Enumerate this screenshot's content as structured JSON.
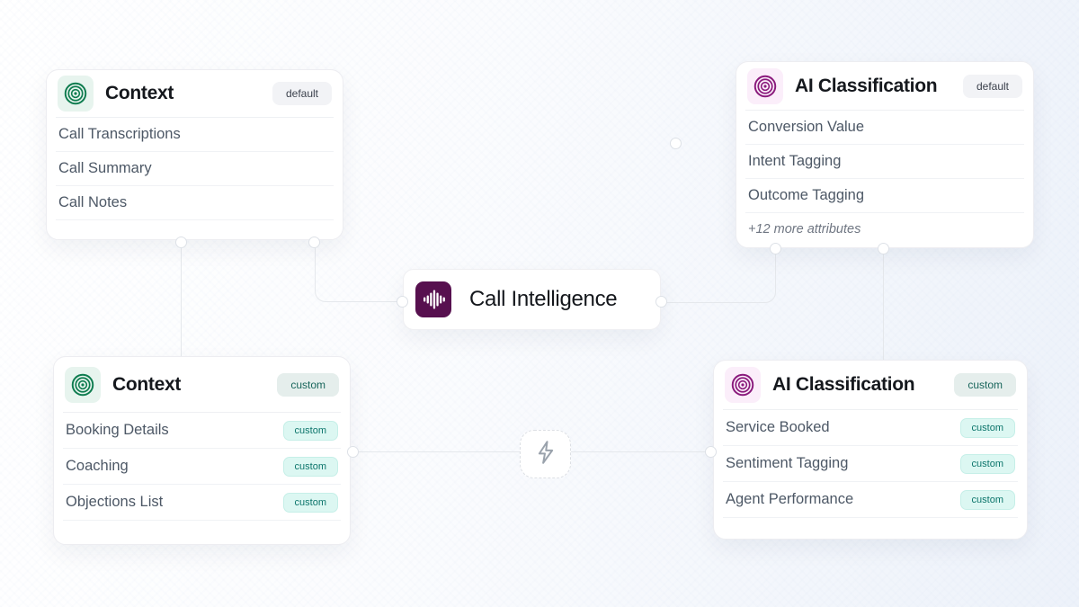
{
  "colors": {
    "context_accent": "#0e7c4f",
    "context_icon_bg": "#e7f4ee",
    "ai_accent": "#8a1a7c",
    "ai_icon_bg": "#fbeefa",
    "hub_icon_bg": "#57104f",
    "custom_badge_bg": "#dcf7f2",
    "custom_badge_text": "#0c756b",
    "edge_line": "#e5e8ec"
  },
  "icons": {
    "context": "concentric-rings-icon",
    "ai_classification": "concentric-rings-icon",
    "hub": "audio-waveform-icon",
    "trigger": "lightning-bolt-icon"
  },
  "nodes": {
    "context_default": {
      "title": "Context",
      "badge": "default",
      "items": [
        {
          "label": "Call Transcriptions"
        },
        {
          "label": "Call Summary"
        },
        {
          "label": "Call Notes"
        }
      ]
    },
    "ai_default": {
      "title": "AI Classification",
      "badge": "default",
      "items": [
        {
          "label": "Conversion Value"
        },
        {
          "label": "Intent Tagging"
        },
        {
          "label": "Outcome Tagging"
        }
      ],
      "footnote": "+12 more attributes"
    },
    "hub": {
      "title": "Call Intelligence"
    },
    "context_custom": {
      "title": "Context",
      "badge": "custom",
      "items": [
        {
          "label": "Booking Details",
          "badge": "custom"
        },
        {
          "label": "Coaching",
          "badge": "custom"
        },
        {
          "label": "Objections List",
          "badge": "custom"
        }
      ]
    },
    "ai_custom": {
      "title": "AI Classification",
      "badge": "custom",
      "items": [
        {
          "label": "Service Booked",
          "badge": "custom"
        },
        {
          "label": "Sentiment Tagging",
          "badge": "custom"
        },
        {
          "label": "Agent Performance",
          "badge": "custom"
        }
      ]
    }
  }
}
